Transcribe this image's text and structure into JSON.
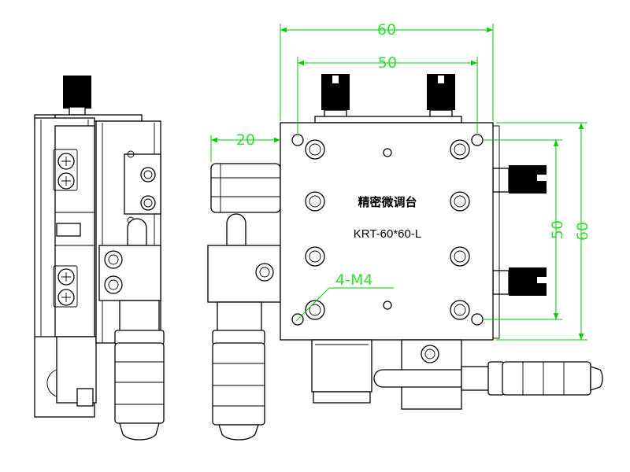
{
  "product": {
    "name_cn": "精密微调台",
    "model": "KRT-60*60-L"
  },
  "dimensions": {
    "overall_width": "60",
    "hole_spacing_x": "50",
    "offset_left": "20",
    "hole_spacing_y": "50",
    "overall_height": "60",
    "mount_holes": "4-M4"
  },
  "colors": {
    "outline": "#000000",
    "dimension": "#00cc00",
    "knob": "#000000"
  }
}
